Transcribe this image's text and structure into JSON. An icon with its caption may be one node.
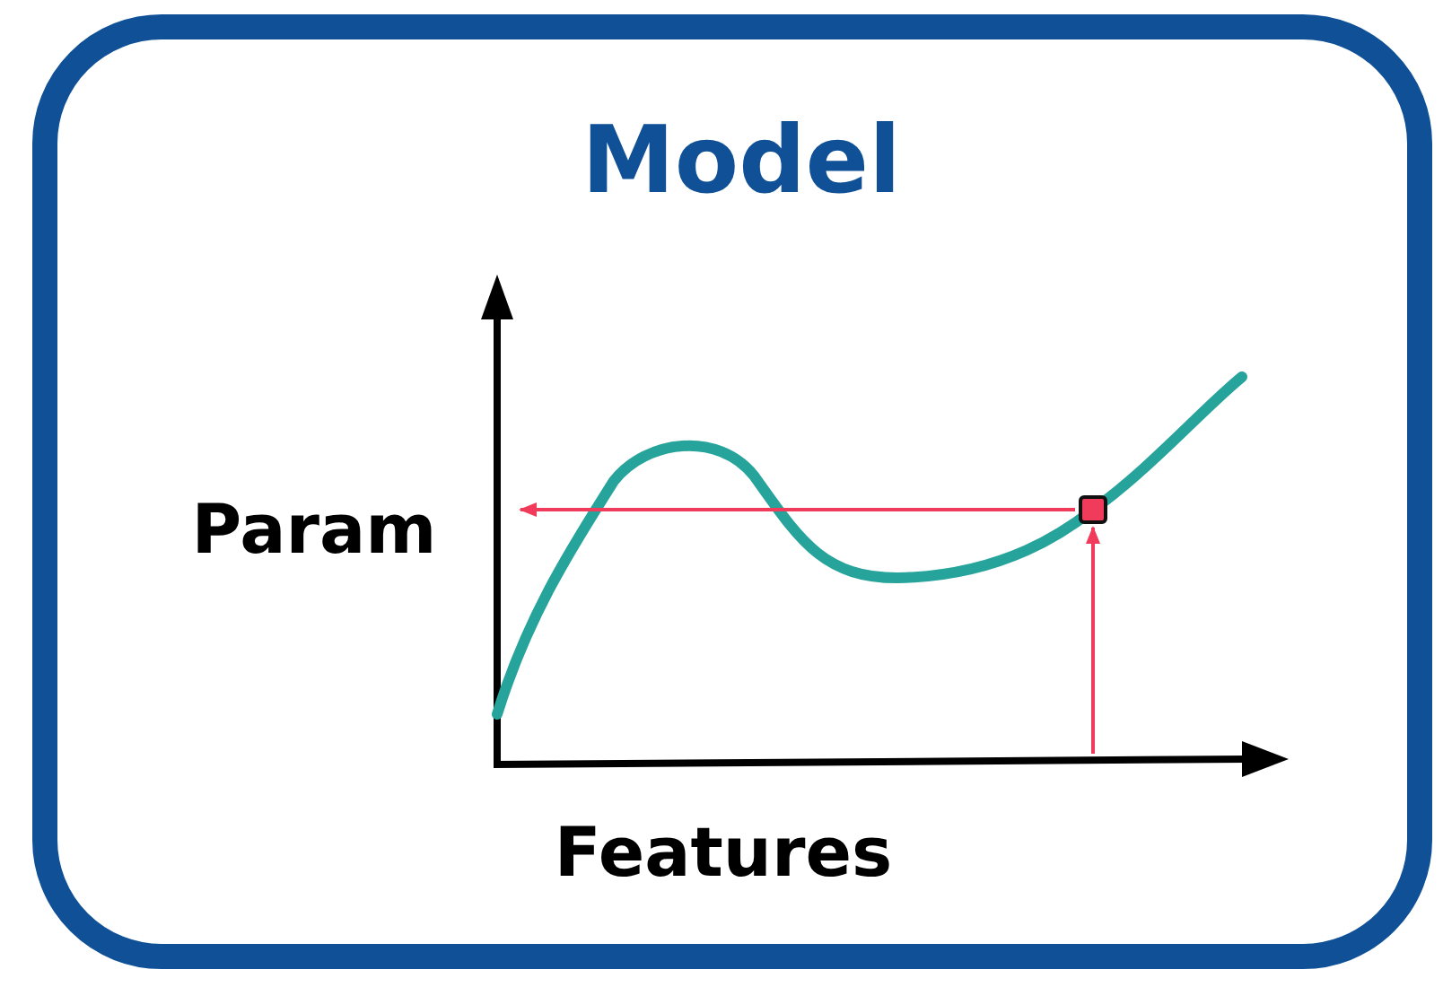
{
  "diagram": {
    "nodes": [
      {
        "text": [
          "Model"
        ]
      },
      {
        "text": [],
        "shape": "box",
        "in": 0
      }
    ],
    "edges": [
      {
        "from": null,
        "to": 1,
        "arrow": "to"
      },
      {
        "from": 1,
        "to": null,
        "arrow": "to"
      }
    ],
    "labels": [
      "Param",
      "Features"
    ]
  }
}
